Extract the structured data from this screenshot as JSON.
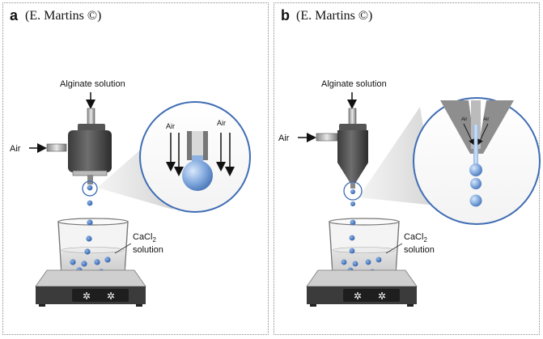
{
  "panels": [
    {
      "letter": "a",
      "credit": "(E. Martins ©)",
      "labels": {
        "alginate": "Alginate solution",
        "air": "Air",
        "zoom_air_left": "Air",
        "zoom_air_right": "Air",
        "cacl2_main": "CaCl",
        "cacl2_sub": "2",
        "solution": "solution"
      }
    },
    {
      "letter": "b",
      "credit": "(E. Martins ©)",
      "labels": {
        "alginate": "Alginate solution",
        "air": "Air",
        "zoom_air_left": "Air",
        "zoom_air_right": "Air",
        "cacl2_main": "CaCl",
        "cacl2_sub": "2",
        "solution": "solution"
      }
    }
  ]
}
